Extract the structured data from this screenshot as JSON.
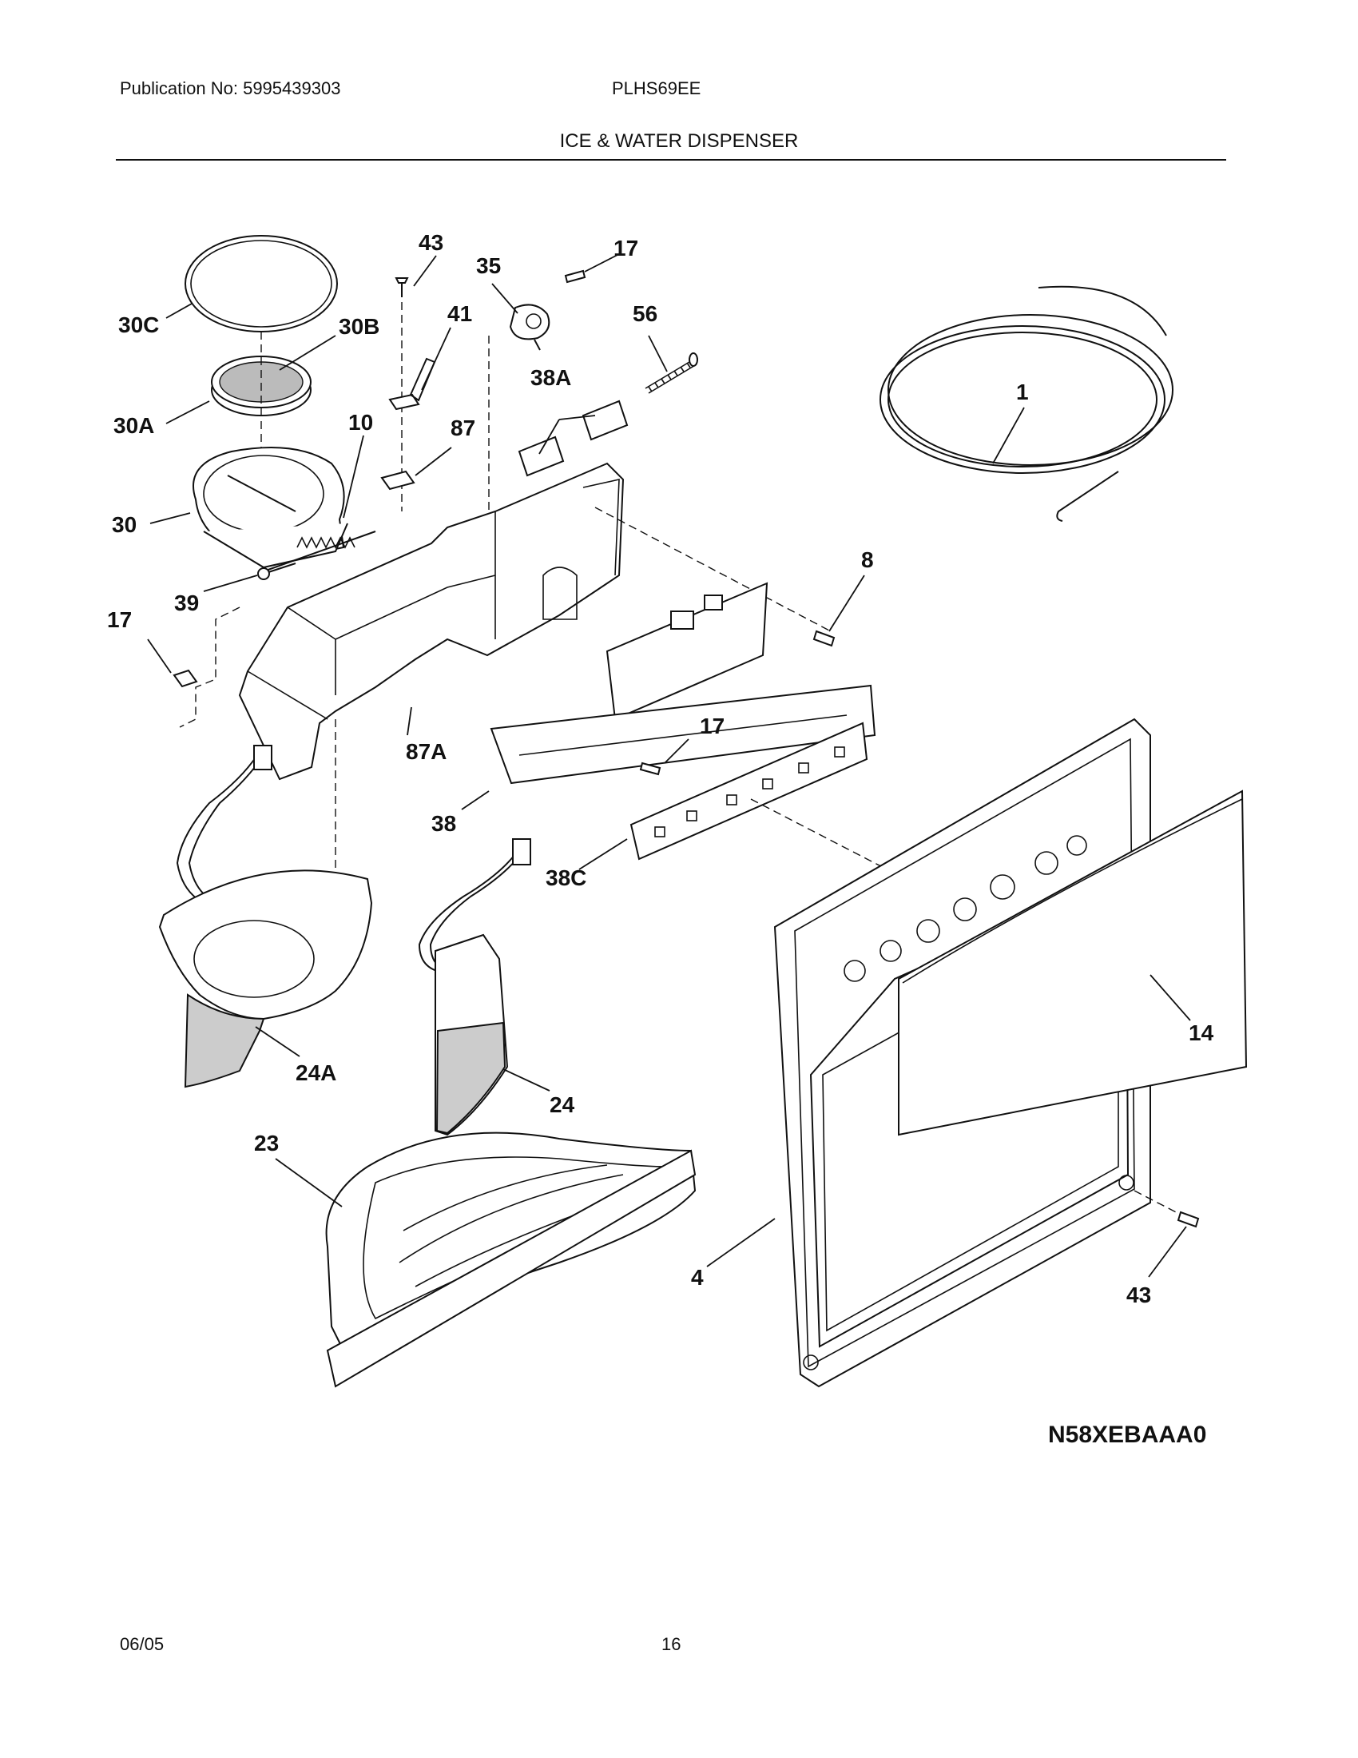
{
  "header": {
    "publication": "Publication No: 5995439303",
    "model": "PLHS69EE",
    "title": "ICE & WATER DISPENSER"
  },
  "callouts": [
    "43",
    "35",
    "17",
    "30C",
    "30B",
    "41",
    "56",
    "38A",
    "1",
    "30A",
    "10",
    "87",
    "30",
    "39",
    "17",
    "87A",
    "8",
    "17",
    "38",
    "38C",
    "14",
    "24A",
    "24",
    "23",
    "4",
    "43"
  ],
  "diagram_code": "N58XEBAAA0",
  "footer": {
    "date": "06/05",
    "page": "16"
  }
}
